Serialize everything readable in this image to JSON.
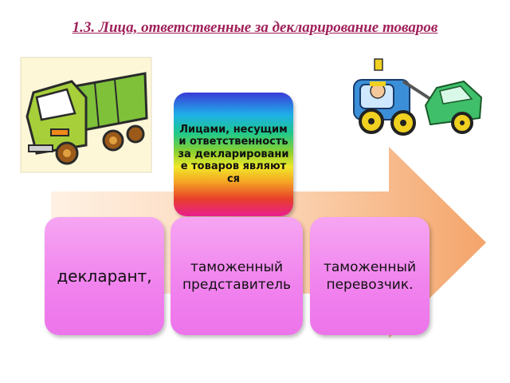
{
  "title": "1.3. Лица, ответственные за декларирование товаров",
  "center_box": "Лицами, несущими ответственность за декларирование товаров являются",
  "boxes": [
    {
      "label": "декларант,"
    },
    {
      "label": "таможенный представитель"
    },
    {
      "label": "таможенный перевозчик."
    }
  ],
  "colors": {
    "title": "#a0205a",
    "arrow": "#f5b27a",
    "box": "#f184ee"
  },
  "icons": {
    "left": "dump-truck-icon",
    "right": "tow-truck-icon"
  }
}
